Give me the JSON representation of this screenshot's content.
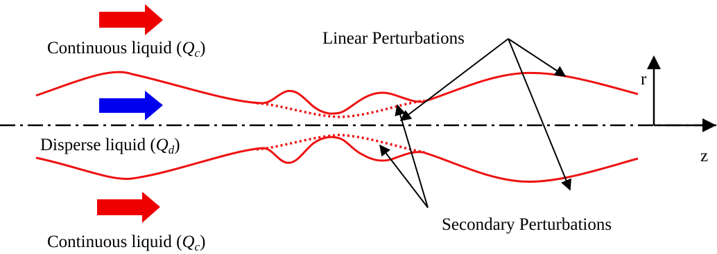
{
  "labels": {
    "continuous_top": {
      "text": "Continuous liquid (",
      "symbol": "Q",
      "subscript": "c",
      "close": ")"
    },
    "disperse": {
      "text": "Disperse liquid (",
      "symbol": "Q",
      "subscript": "d",
      "close": ")"
    },
    "continuous_bottom": {
      "text": "Continuous liquid (",
      "symbol": "Q",
      "subscript": "c",
      "close": ")"
    },
    "linear_perturbations": "Linear Perturbations",
    "secondary_perturbations": "Secondary Perturbations",
    "axis_r": "r",
    "axis_z": "z"
  },
  "colors": {
    "continuous_arrow": "#ee0000",
    "disperse_arrow": "#0000ee",
    "interface": "#ee1111",
    "annotation": "#000000",
    "background": "#ffffff"
  }
}
